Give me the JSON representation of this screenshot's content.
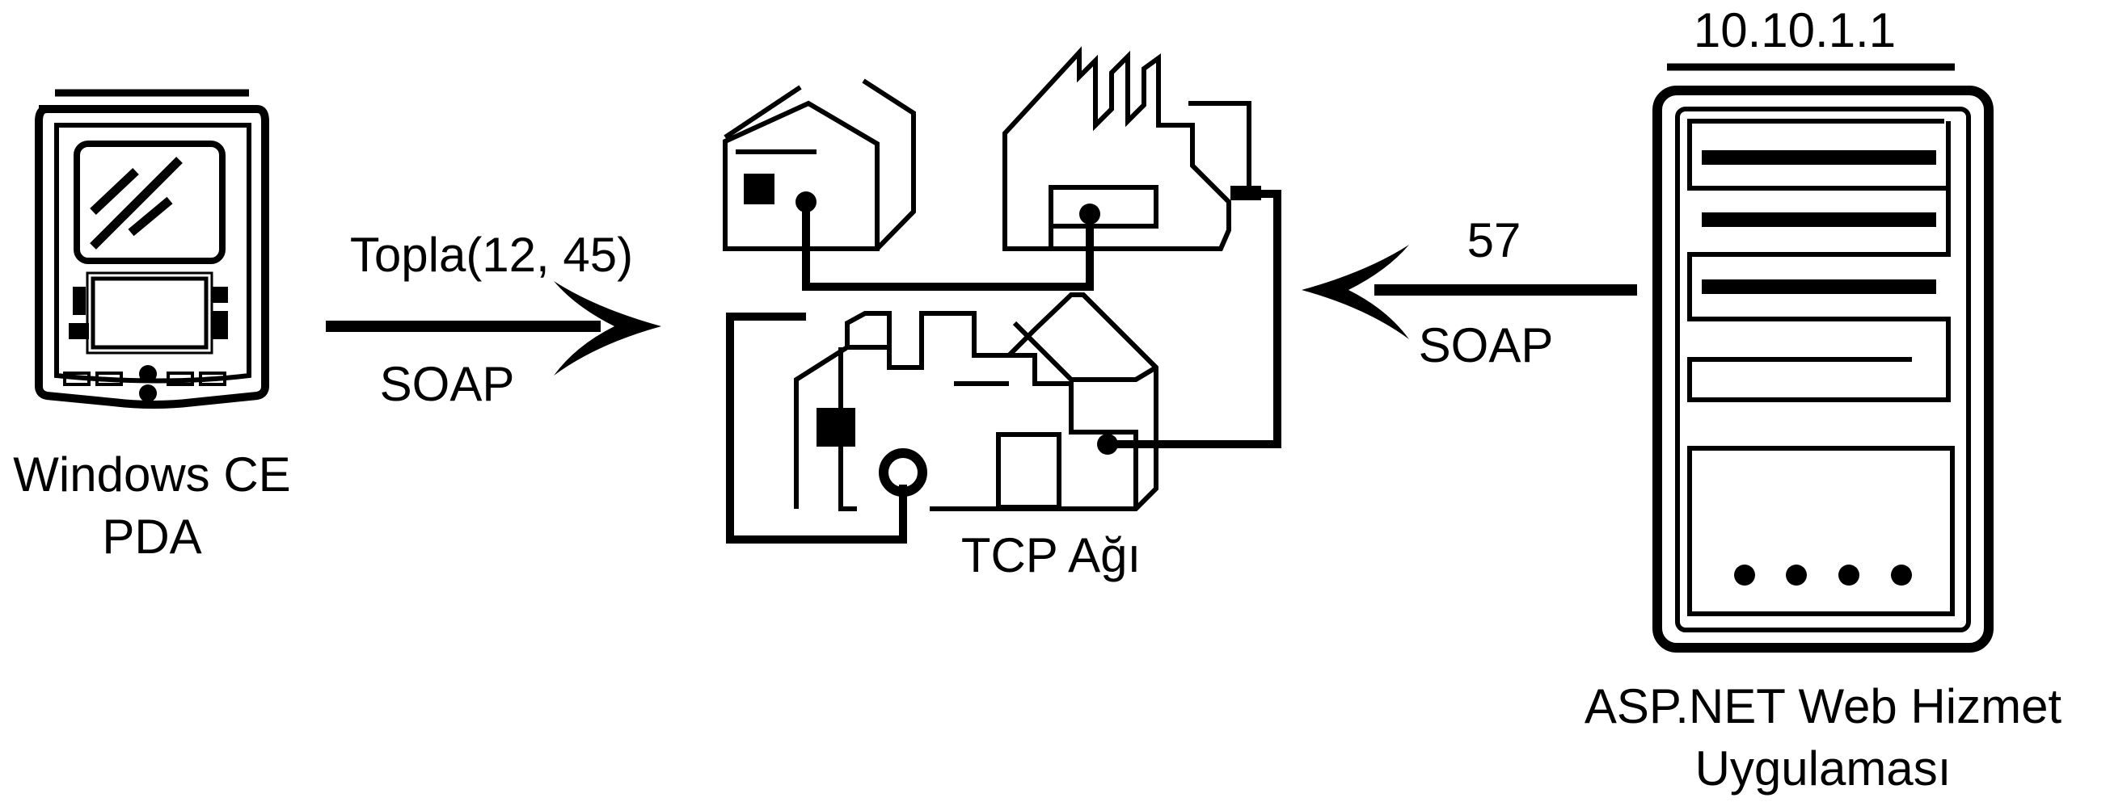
{
  "pda": {
    "label_line1": "Windows CE",
    "label_line2": "PDA"
  },
  "request": {
    "call": "Topla(12, 45)",
    "protocol": "SOAP"
  },
  "network": {
    "label": "TCP Ağı"
  },
  "response": {
    "value": "57",
    "protocol": "SOAP"
  },
  "server": {
    "ip": "10.10.1.1",
    "label_line1": "ASP.NET Web Hizmet",
    "label_line2": "Uygulaması"
  },
  "colors": {
    "ink": "#000000",
    "background": "#ffffff"
  },
  "icons": {
    "pda": "pda-device-icon",
    "network": "tcp-network-buildings-icon",
    "server": "server-tower-icon",
    "request_arrow": "arrow-right-icon",
    "response_arrow": "arrow-left-icon"
  }
}
